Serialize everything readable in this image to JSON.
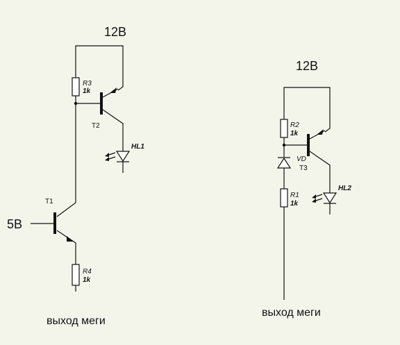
{
  "colors": {
    "background": "#f3f5ea",
    "ink": "#111111"
  },
  "left_circuit": {
    "supply_label": "12В",
    "input_label": "5В",
    "output_label": "выход меги",
    "t1": {
      "label": "T1"
    },
    "t2": {
      "label": "T2"
    },
    "r3": {
      "name": "R3",
      "value": "1k"
    },
    "r4": {
      "name": "R4",
      "value": "1k"
    },
    "hl1": {
      "name": "HL1"
    }
  },
  "right_circuit": {
    "supply_label": "12В",
    "output_label": "выход меги",
    "t3": {
      "label": "T3"
    },
    "r2": {
      "name": "R2",
      "value": "1k"
    },
    "r1": {
      "name": "R1",
      "value": "1k"
    },
    "vd": {
      "name": "VD"
    },
    "hl2": {
      "name": "HL2"
    }
  }
}
